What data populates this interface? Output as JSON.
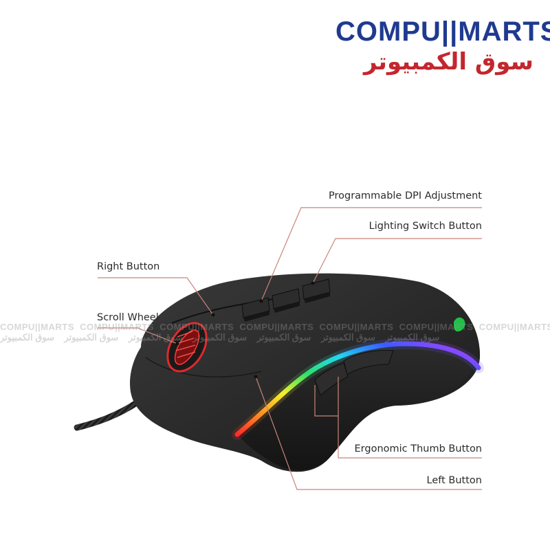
{
  "brand": {
    "name_en": "COMPU||MARTS",
    "name_ar": "سوق الكمبيوتر",
    "primary_color": "#1f3a8f",
    "secondary_color": "#c4262e"
  },
  "watermark": {
    "text_en": "COMPU||MARTS",
    "text_ar": "سوق الكمبيوتر"
  },
  "callouts": {
    "dpi": "Programmable DPI Adjustment",
    "lighting": "Lighting Switch Button",
    "right_button": "Right Button",
    "scroll_wheel": "Scroll Wheel",
    "thumb": "Ergonomic Thumb Button",
    "left_button": "Left Button"
  },
  "leader_color": "#c8857a"
}
